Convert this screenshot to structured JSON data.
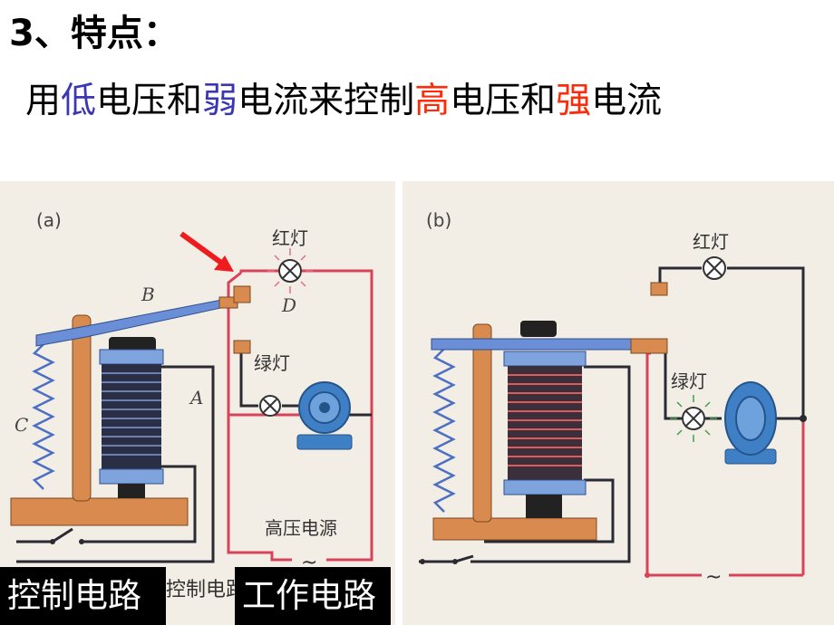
{
  "heading": "3、特点：",
  "subtitle": {
    "p1": "用",
    "p2": "低",
    "p3": "电压和",
    "p4": "弱",
    "p5": "电流来控制",
    "p6": "高",
    "p7": "电压和",
    "p8": "强",
    "p9": "电流"
  },
  "colors": {
    "low_highlight": "#3a36b4",
    "high_highlight": "#ff2a08",
    "red_wire": "#d9435a",
    "black_wire": "#2a2a33",
    "armature_blue": "#4d7ec9",
    "wood": "#d98a4e",
    "motor_blue": "#3f7fc6"
  },
  "diagram_a": {
    "label": "(a)",
    "red_lamp": "红灯",
    "green_lamp": "绿灯",
    "label_b": "B",
    "label_d": "D",
    "label_c": "C",
    "label_a": "A",
    "hv_source": "高压电源",
    "ac_symbol": "~"
  },
  "diagram_b": {
    "label": "(b)",
    "red_lamp": "红灯",
    "green_lamp": "绿灯",
    "ac_symbol": "~"
  },
  "captions": {
    "control": "控制电路",
    "partial": "控制电路",
    "work": "工作电路"
  }
}
